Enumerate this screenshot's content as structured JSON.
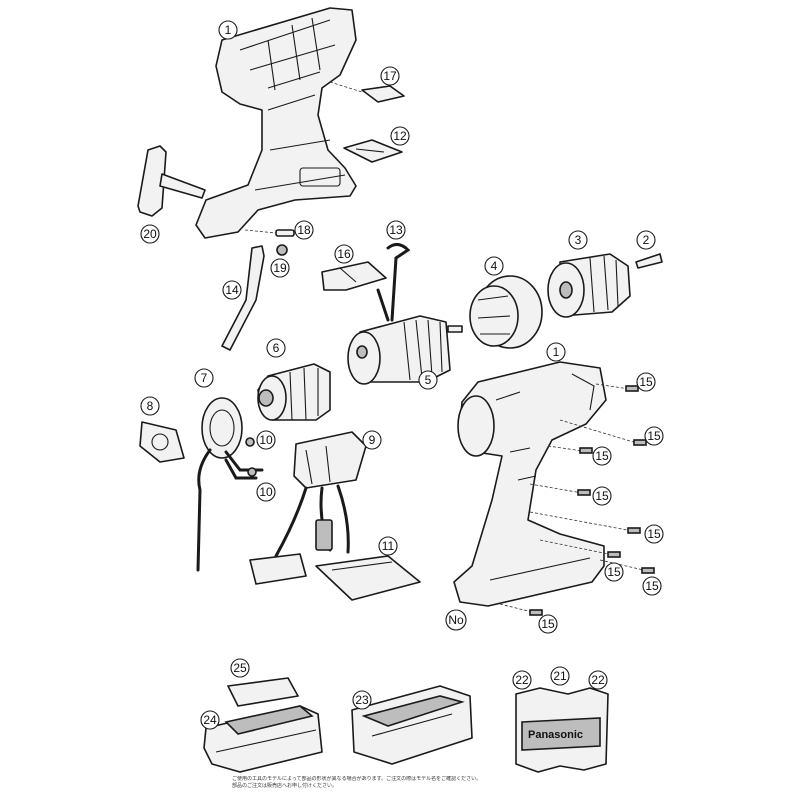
{
  "callouts": {
    "c1_top": "1",
    "c17": "17",
    "c12": "12",
    "c20": "20",
    "c18": "18",
    "c19": "19",
    "c14": "14",
    "c13": "13",
    "c16": "16",
    "c4": "4",
    "c3": "3",
    "c2": "2",
    "c6": "6",
    "c5": "5",
    "c7": "7",
    "c8": "8",
    "c10a": "10",
    "c10b": "10",
    "c9": "9",
    "c11": "11",
    "c1_right": "1",
    "c15a": "15",
    "c15b": "15",
    "c15c": "15",
    "c15d": "15",
    "c15e": "15",
    "c15f": "15",
    "c15g": "15",
    "c15h": "15",
    "c_no": "No",
    "c25": "25",
    "c24": "24",
    "c23": "23",
    "c21": "21",
    "c22a": "22",
    "c22b": "22"
  },
  "logo": "Panasonic",
  "footnote": "ご使用の工具のモデルによって部品の形状が異なる場合があります。ご注文の際はモデル名をご確認ください。\n部品のご注文は販売店へお申し付けください。"
}
